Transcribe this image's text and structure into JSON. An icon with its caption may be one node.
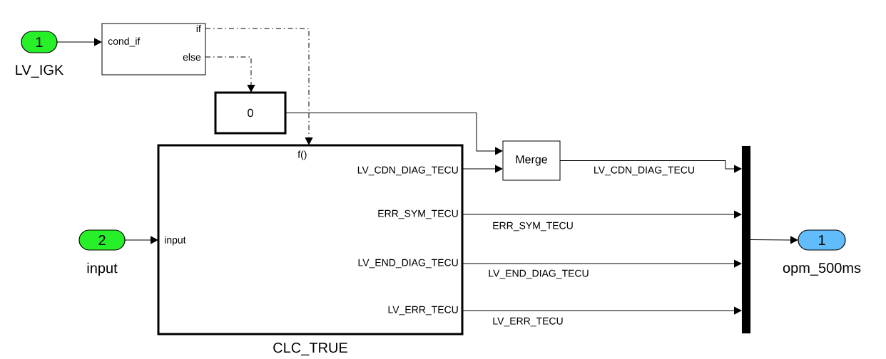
{
  "diagram": {
    "nodes": [
      {
        "text": [
          "1"
        ],
        "beside": [
          "LV_IGK"
        ]
      },
      {
        "text": [
          "cond_if",
          "if",
          "else"
        ]
      },
      {
        "text": [
          "0"
        ]
      },
      {
        "text": [
          "f()",
          "input",
          "LV_CDN_DIAG_TECU",
          "ERR_SYM_TECU",
          "LV_END_DIAG_TECU",
          "LV_ERR_TECU"
        ],
        "beside": [
          "CLC_TRUE"
        ]
      },
      {
        "text": [
          "2"
        ],
        "beside": [
          "input"
        ]
      },
      {
        "text": [
          "Merge"
        ]
      },
      {
        "text": [],
        "shape": "bar"
      },
      {
        "text": [
          "1"
        ],
        "beside": [
          "opm_500ms"
        ]
      }
    ],
    "edges": [
      {
        "from": 0,
        "to": 1,
        "arrow": "to"
      },
      {
        "from": 1,
        "to": 3,
        "arrow": "to",
        "style": "dashed"
      },
      {
        "from": 1,
        "to": 2,
        "arrow": "to",
        "style": "dashed"
      },
      {
        "from": 2,
        "to": 5,
        "arrow": "to"
      },
      {
        "from": 3,
        "to": 5,
        "arrow": "to"
      },
      {
        "from": 5,
        "to": 6,
        "arrow": "to",
        "label": "LV_CDN_DIAG_TECU"
      },
      {
        "from": 3,
        "to": 6,
        "arrow": "to",
        "label": "ERR_SYM_TECU"
      },
      {
        "from": 3,
        "to": 6,
        "arrow": "to",
        "label": "LV_END_DIAG_TECU"
      },
      {
        "from": 3,
        "to": 6,
        "arrow": "to",
        "label": "LV_ERR_TECU"
      },
      {
        "from": 4,
        "to": 3,
        "arrow": "to"
      },
      {
        "from": 6,
        "to": 7,
        "arrow": "to"
      }
    ]
  }
}
